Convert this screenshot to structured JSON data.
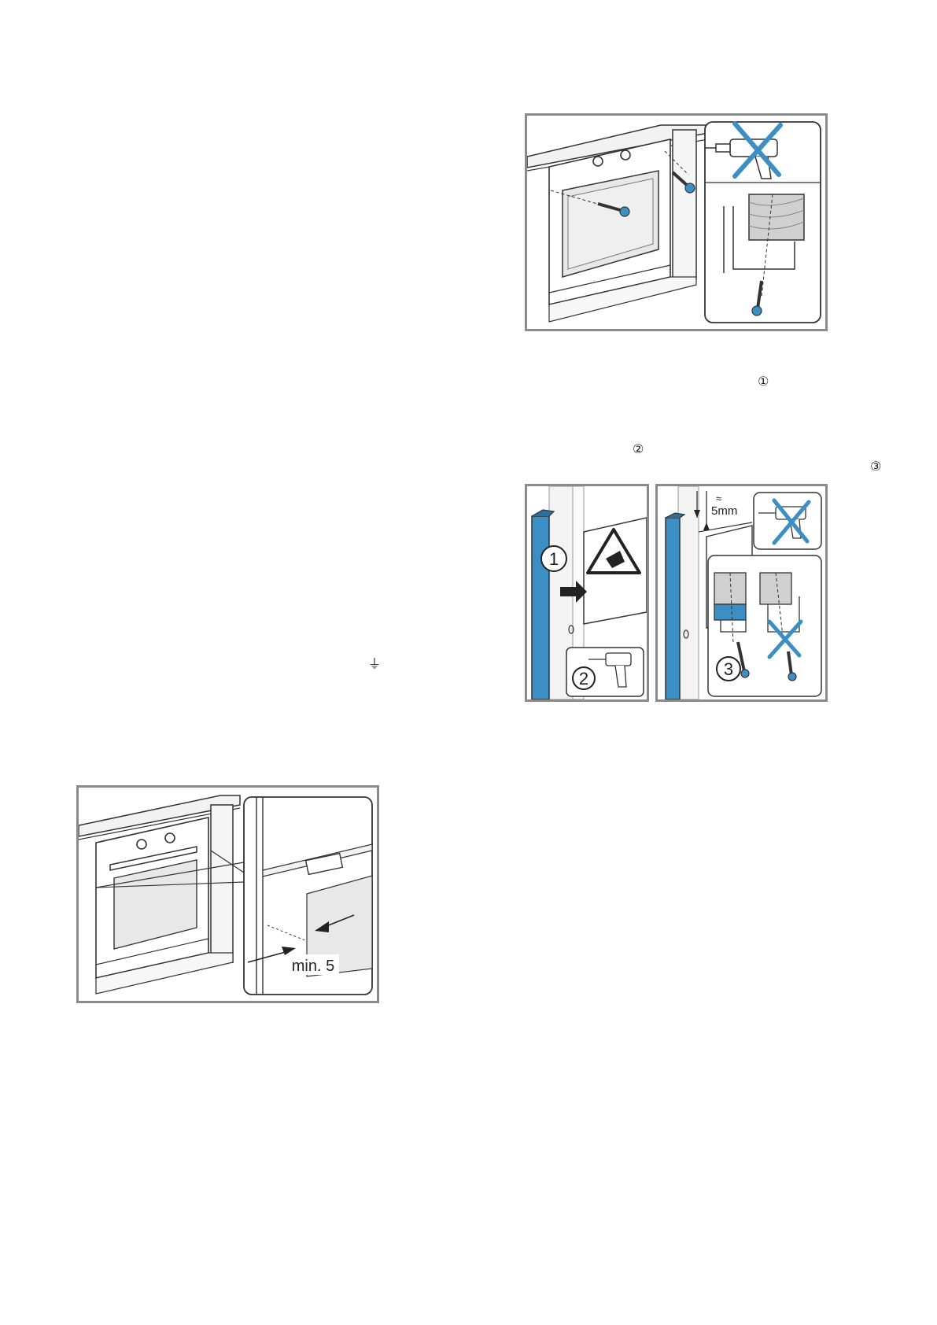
{
  "markers": {
    "step1": "①",
    "step2": "②",
    "step3": "③",
    "ground": "⏚"
  },
  "fig_gap": {
    "label": "min. 5"
  },
  "fig_side": {
    "label_gap": "5mm",
    "label_approx": "≈",
    "step1": "1",
    "step2": "2",
    "step3": "3"
  },
  "colors": {
    "accent": "#3b8fc4",
    "frame": "#8a8a8a",
    "line": "#333333",
    "wood": "#c8c8c8"
  }
}
